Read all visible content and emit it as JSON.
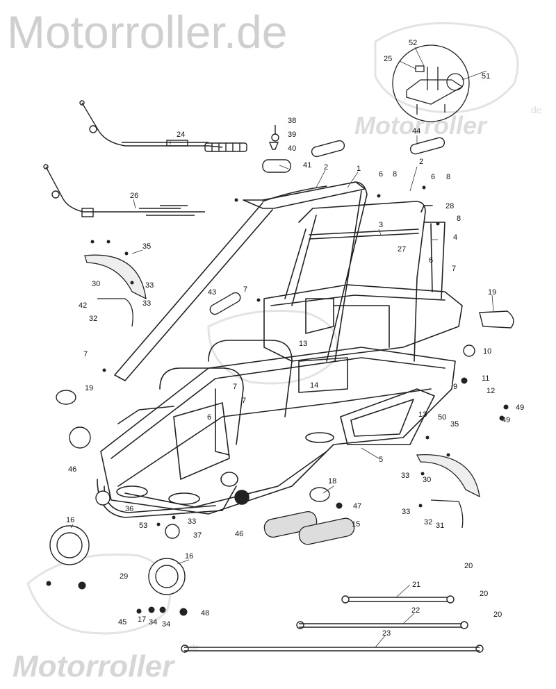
{
  "watermark": {
    "top": "Motorroller.de",
    "middle": "Motorroller",
    "middle_sub": ".de",
    "bottom": "Motorroller",
    "bottom_sub": ".de"
  },
  "callouts": {
    "c1": "1",
    "c2a": "2",
    "c2b": "2",
    "c3": "3",
    "c4": "4",
    "c5": "5",
    "c6a": "6",
    "c6b": "6",
    "c6c": "6",
    "c6d": "6",
    "c7a": "7",
    "c7b": "7",
    "c7c": "7",
    "c7d": "7",
    "c7e": "7",
    "c8a": "8",
    "c8b": "8",
    "c8c": "8",
    "c9": "9",
    "c10": "10",
    "c11": "11",
    "c12": "12",
    "c13a": "13",
    "c13b": "13",
    "c14": "14",
    "c15": "15",
    "c16a": "16",
    "c16b": "16",
    "c17": "17",
    "c18": "18",
    "c19a": "19",
    "c19b": "19",
    "c20a": "20",
    "c20b": "20",
    "c20c": "20",
    "c21": "21",
    "c22": "22",
    "c23": "23",
    "c24": "24",
    "c25": "25",
    "c26": "26",
    "c27": "27",
    "c28": "28",
    "c29": "29",
    "c30a": "30",
    "c30b": "30",
    "c31": "31",
    "c32a": "32",
    "c32b": "32",
    "c33a": "33",
    "c33b": "33",
    "c33c": "33",
    "c33d": "33",
    "c33e": "33",
    "c34a": "34",
    "c34b": "34",
    "c35a": "35",
    "c35b": "35",
    "c36": "36",
    "c37": "37",
    "c38": "38",
    "c39": "39",
    "c40": "40",
    "c41": "41",
    "c42": "42",
    "c43": "43",
    "c44": "44",
    "c45": "45",
    "c46a": "46",
    "c46b": "46",
    "c47": "47",
    "c48": "48",
    "c49a": "49",
    "c49b": "49",
    "c50": "50",
    "c51": "51",
    "c52": "52",
    "c53": "53"
  }
}
